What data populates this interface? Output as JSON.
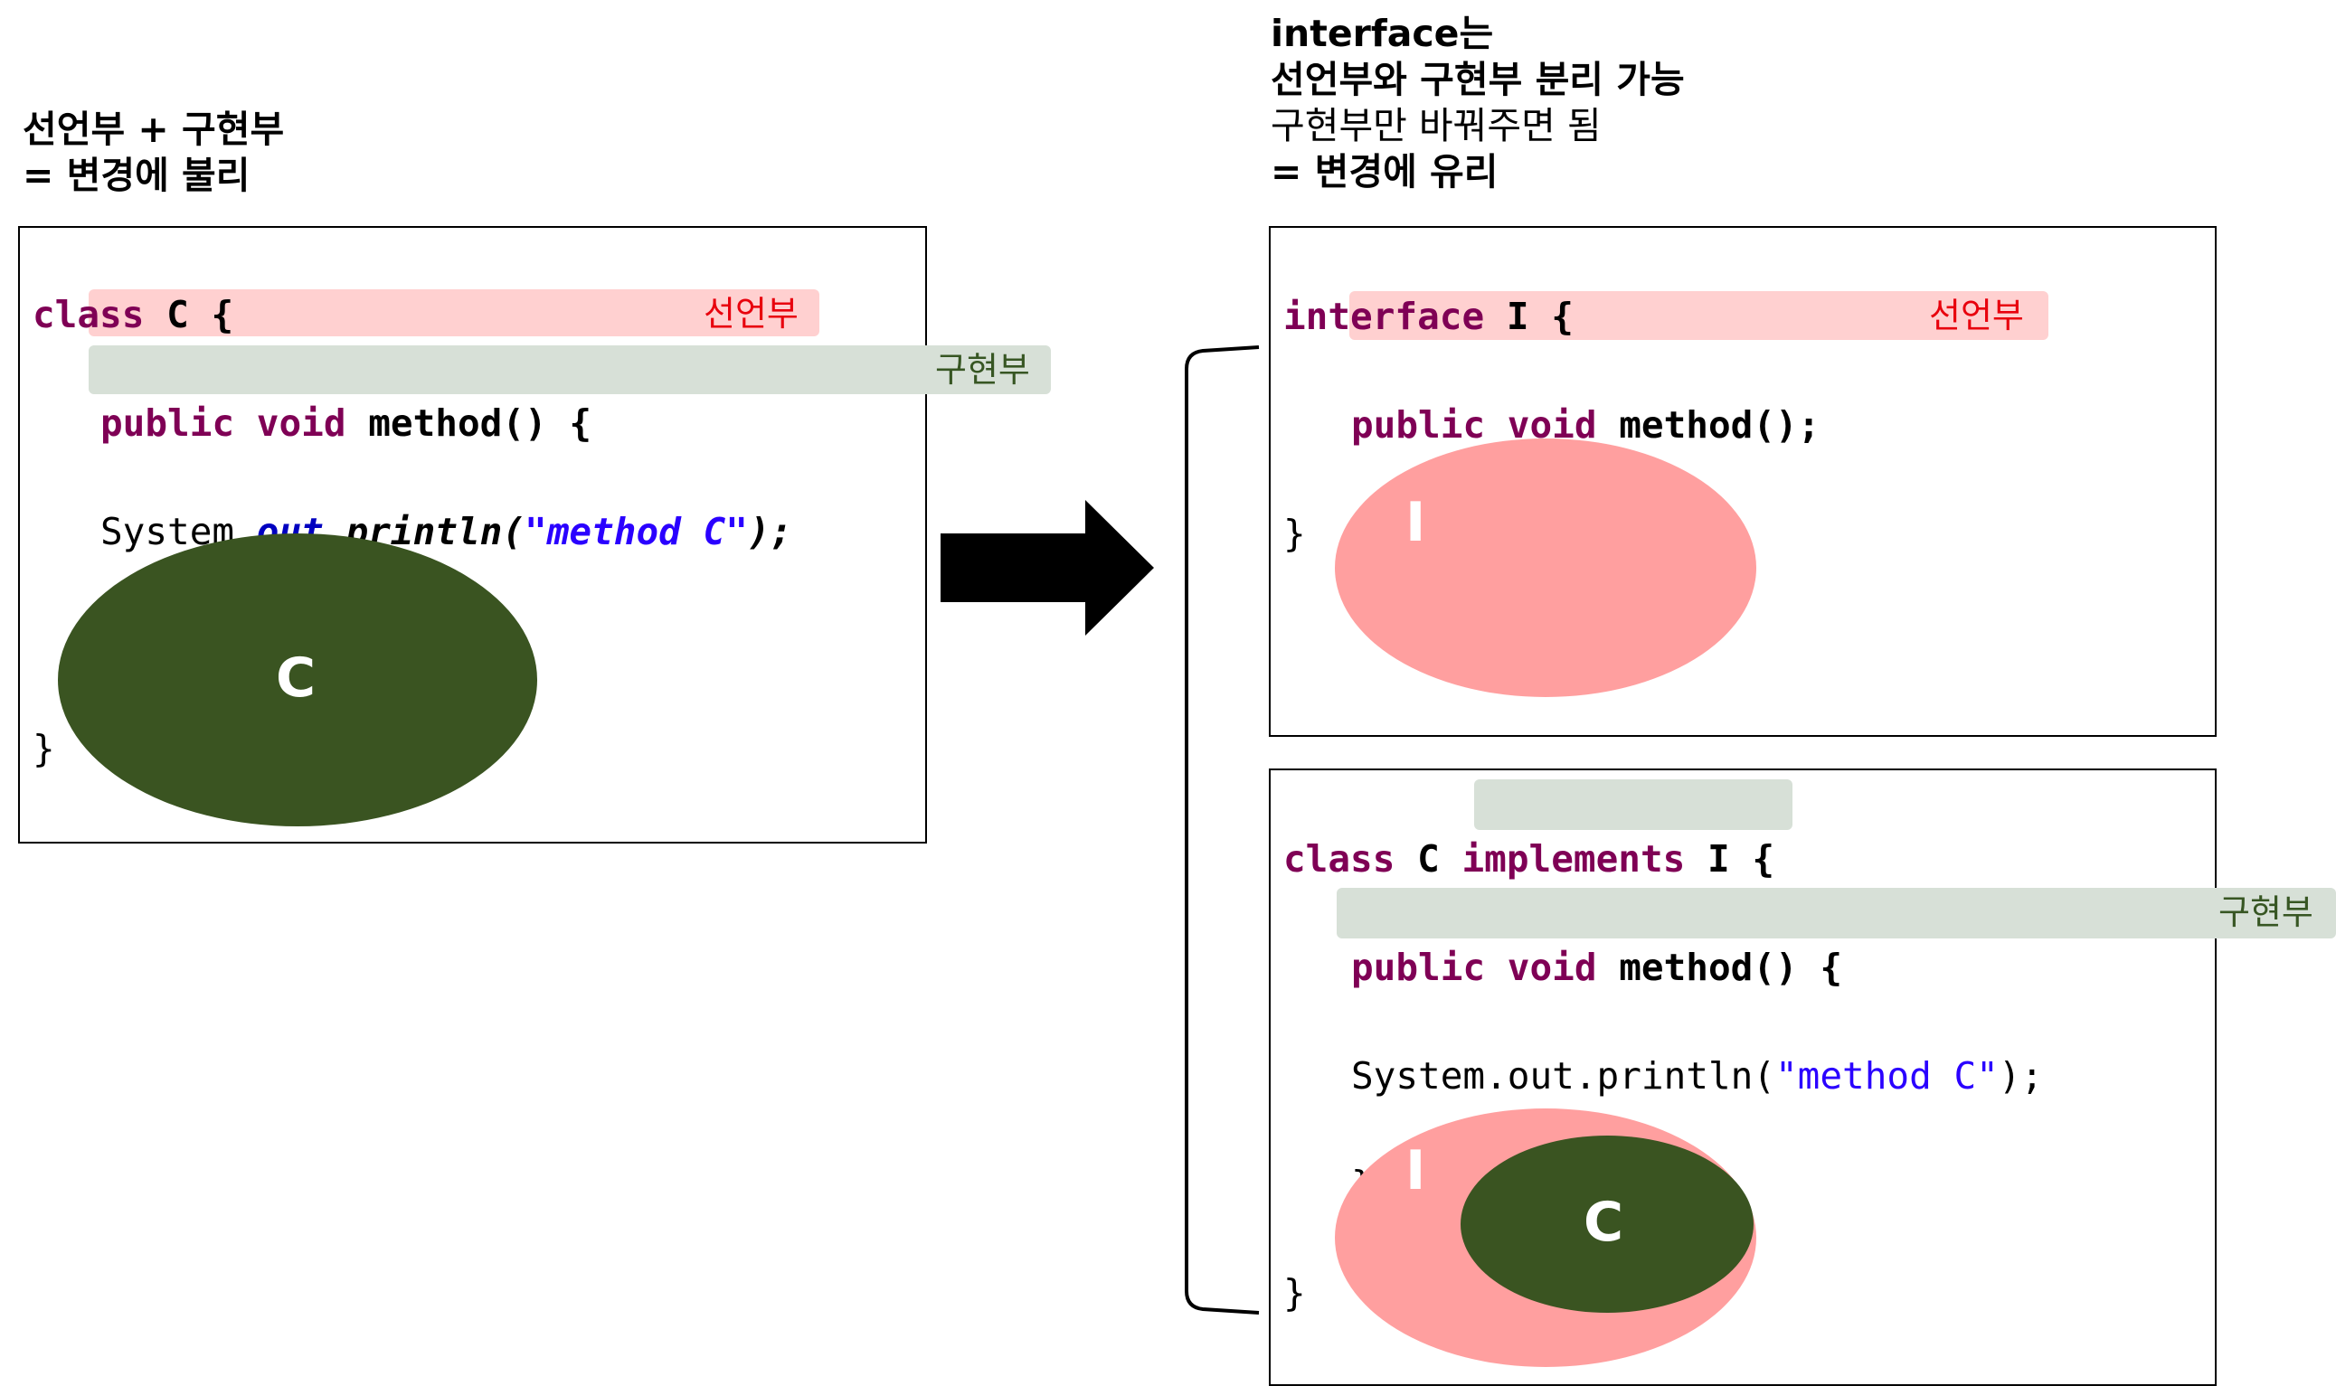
{
  "left": {
    "note_line1": "선언부 + 구현부",
    "note_line2": "= 변경에 불리",
    "code": {
      "l1_kw": "class",
      "l1_rest": " C {",
      "l2_kw": "public void",
      "l2_rest": " method() {",
      "l3_a": "System.",
      "l3_field": "out",
      "l3_b": ".",
      "l3_method": "println",
      "l3_c": "(",
      "l3_str": "\"method C\"",
      "l3_d": ");",
      "l4": "}",
      "l5": "}"
    },
    "tag_decl": "선언부",
    "tag_impl": "구현부",
    "ellipse_label": "C"
  },
  "right": {
    "note_line1": "interface는",
    "note_line2": "선언부와 구현부 분리 가능",
    "note_line3": "구현부만 바꿔주면 됨",
    "note_line4": "= 변경에 유리",
    "interface_code": {
      "l1_kw": "interface",
      "l1_rest": " I {",
      "l2_kw": "public void",
      "l2_rest": " method();",
      "l3": "}"
    },
    "tag_decl": "선언부",
    "interface_ellipse_label": "I",
    "class_code": {
      "l1_kw": "class",
      "l1_mid": " C ",
      "l1_impl": "implements",
      "l1_i": " I",
      "l1_end": " {",
      "l2_kw": "public void",
      "l2_rest": " method() {",
      "l3_a": "System.out.println(",
      "l3_str": "\"method C\"",
      "l3_d": ");",
      "l4": "}",
      "l5": "}"
    },
    "tag_impl": "구현부",
    "outer_ellipse_label": "I",
    "inner_ellipse_label": "C"
  },
  "colors": {
    "dark_green": "#3a5421",
    "pink": "#ff9f9f",
    "decl_highlight": "#ffd0d0",
    "impl_highlight": "#d7e0d7"
  }
}
